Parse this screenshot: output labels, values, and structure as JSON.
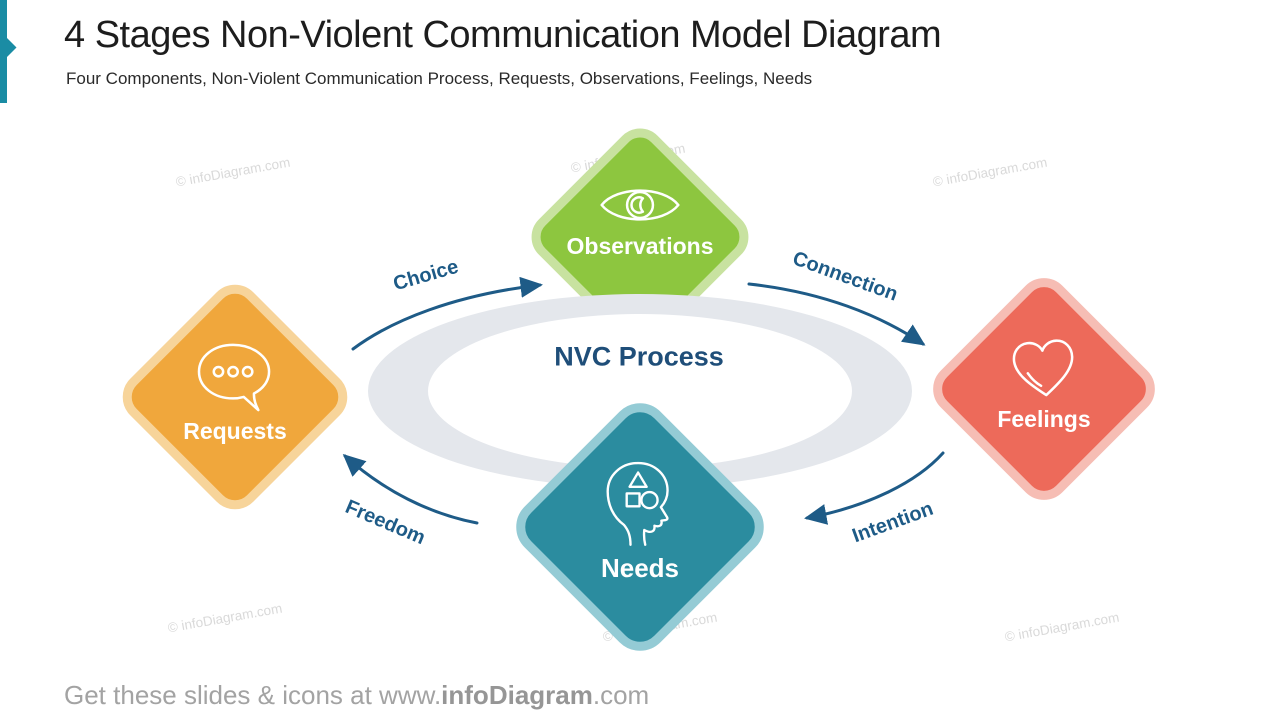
{
  "header": {
    "title": "4 Stages Non-Violent Communication Model Diagram",
    "subtitle": "Four Components, Non-Violent Communication Process, Requests, Observations, Feelings, Needs"
  },
  "accent_color": "#1A8CA4",
  "diagram": {
    "center_label": "NVC Process",
    "ring_color": "#E4E7EC",
    "arrow_color": "#1E5B87",
    "stages": [
      {
        "id": "observations",
        "label": "Observations",
        "icon": "eye-icon",
        "color": "#8DC63F",
        "border_color": "#C8E2A0",
        "position": "top"
      },
      {
        "id": "feelings",
        "label": "Feelings",
        "icon": "heart-icon",
        "color": "#ED6A5A",
        "border_color": "#F6BDB4",
        "position": "right"
      },
      {
        "id": "needs",
        "label": "Needs",
        "icon": "head-idea-icon",
        "color": "#2B8C9F",
        "border_color": "#94CBD5",
        "position": "bottom"
      },
      {
        "id": "requests",
        "label": "Requests",
        "icon": "speech-bubble-icon",
        "color": "#F0A73C",
        "border_color": "#F7D49A",
        "position": "left"
      }
    ],
    "transitions": [
      {
        "label": "Choice",
        "from": "Requests",
        "to": "Observations"
      },
      {
        "label": "Connection",
        "from": "Observations",
        "to": "Feelings"
      },
      {
        "label": "Intention",
        "from": "Feelings",
        "to": "Needs"
      },
      {
        "label": "Freedom",
        "from": "Needs",
        "to": "Requests"
      }
    ]
  },
  "watermark": {
    "text": "© infoDiagram.com"
  },
  "footer": {
    "prefix": "Get these slides & icons at www.",
    "brand": "infoDiagram",
    "suffix": ".com"
  }
}
